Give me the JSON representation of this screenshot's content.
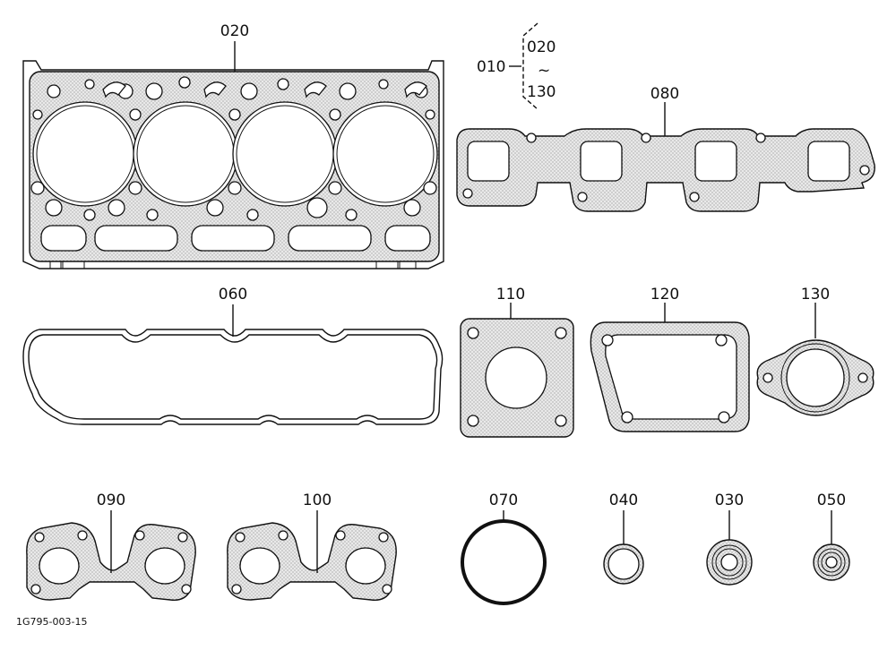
{
  "labels": {
    "p020": "020",
    "p010": "010",
    "range_start": "020",
    "range_tilde": "~",
    "range_end": "130",
    "p080": "080",
    "p060": "060",
    "p110": "110",
    "p120": "120",
    "p130": "130",
    "p090": "090",
    "p100": "100",
    "p070": "070",
    "p040": "040",
    "p030": "030",
    "p050": "050"
  },
  "drawing_code": "1G795-003-15"
}
